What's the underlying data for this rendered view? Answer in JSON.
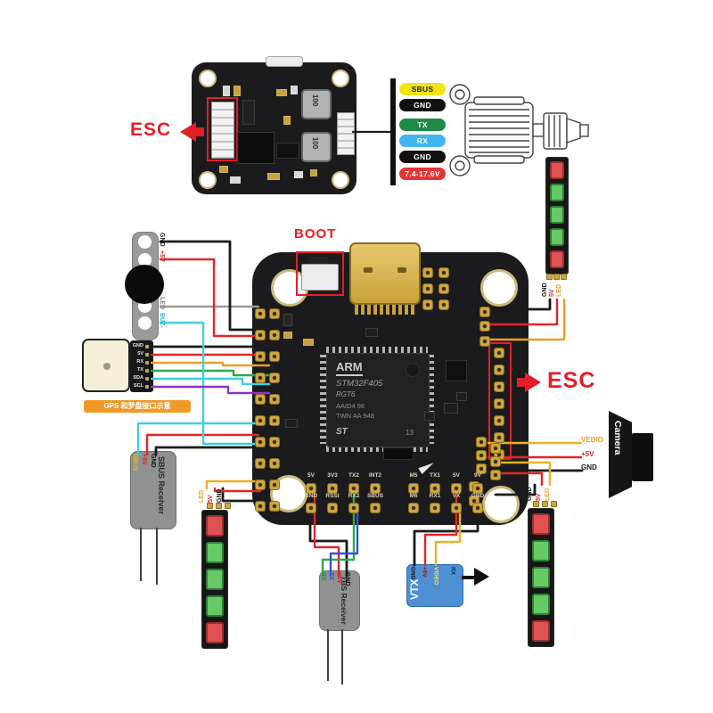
{
  "esc_left": {
    "label": "ESC"
  },
  "esc_right": {
    "label": "ESC"
  },
  "boot": {
    "label": "BOOT"
  },
  "top_board": {
    "inductor_label": "100"
  },
  "legend": {
    "items": [
      {
        "label": "SBUS",
        "bg": "#f2e50e",
        "fg": "#1a1a1a"
      },
      {
        "label": "GND",
        "bg": "#101010",
        "fg": "#ffffff"
      },
      {
        "label": "TX",
        "bg": "#1e8a46",
        "fg": "#ffffff"
      },
      {
        "label": "RX",
        "bg": "#3fb6ef",
        "fg": "#ffffff"
      },
      {
        "label": "GND",
        "bg": "#101010",
        "fg": "#ffffff"
      },
      {
        "label": "7.4-17.6V",
        "bg": "#e43535",
        "fg": "#ffffff"
      }
    ]
  },
  "fc": {
    "chip": {
      "brand": "ARM",
      "model": "STM32F405",
      "line3": "RGT6",
      "line4": "AAID4 98",
      "line5": "TWN AA 948",
      "logo": "ST",
      "mark": "13"
    },
    "pad_groups": {
      "group1_top": [
        "5V",
        "3V3",
        "TX2",
        "INT2"
      ],
      "group1_bottom": [
        "GND",
        "RSSI",
        "RX2",
        "SBUS"
      ],
      "group2_top": [
        "M5",
        "TX1",
        "5V",
        "9V"
      ],
      "group2_bottom": [
        "M6",
        "RX1",
        "VX",
        "GND"
      ]
    }
  },
  "buzzer_header": {
    "pins": [
      {
        "t": "GND",
        "c": "#1a1a1a"
      },
      {
        "t": "+5V",
        "c": "#d81f1f"
      },
      {
        "t": "LED",
        "c": "#808080"
      },
      {
        "t": "BUZ-",
        "c": "#28b8d0"
      }
    ]
  },
  "gps": {
    "pins": [
      "GND",
      "5V",
      "RX",
      "TX",
      "SDA",
      "SCL"
    ],
    "caption": "GPS 和罗盘接口示意"
  },
  "sbus_receiver": {
    "title": "SBUS Receiver",
    "pins": [
      {
        "t": "SBUS",
        "c": "#e0c010"
      },
      {
        "t": "+5V",
        "c": "#d81f1f"
      },
      {
        "t": "GND",
        "c": "#101010"
      }
    ]
  },
  "tbs_receiver": {
    "title": "TBS Receiver",
    "pins": [
      {
        "t": "RX",
        "c": "#1f9838"
      },
      {
        "t": "TX",
        "c": "#2f55d8"
      },
      {
        "t": "+5V",
        "c": "#d81f1f"
      },
      {
        "t": "GND",
        "c": "#101010"
      }
    ]
  },
  "vtx": {
    "title": "VTX",
    "pins": [
      {
        "t": "GND",
        "c": "#101010"
      },
      {
        "t": "+5V",
        "c": "#8f1010"
      },
      {
        "t": "VIDEO",
        "c": "#ffe14d"
      },
      {
        "t": "RX",
        "c": "#0a2a60"
      }
    ]
  },
  "camera": {
    "title": "Camera",
    "wire_labels": [
      {
        "t": "VEDIO",
        "c": "#e8a020"
      },
      {
        "t": "+5V",
        "c": "#e02626"
      },
      {
        "t": "GND",
        "c": "#1a1a1a"
      }
    ]
  },
  "led_strips": {
    "pattern": [
      "red",
      "green",
      "green",
      "green",
      "red"
    ],
    "top_right": [
      {
        "t": "GND",
        "c": "#1a1a1a"
      },
      {
        "t": "5V",
        "c": "#e02626"
      },
      {
        "t": "LED",
        "c": "#e8a020"
      }
    ],
    "bottom_left": [
      {
        "t": "LED",
        "c": "#e8a020"
      },
      {
        "t": "5V",
        "c": "#e02626"
      },
      {
        "t": "GND",
        "c": "#1a1a1a"
      }
    ],
    "bottom_right": [
      {
        "t": "GND",
        "c": "#1a1a1a"
      },
      {
        "t": "5V",
        "c": "#e02626"
      },
      {
        "t": "LED",
        "c": "#e8a020"
      }
    ]
  }
}
